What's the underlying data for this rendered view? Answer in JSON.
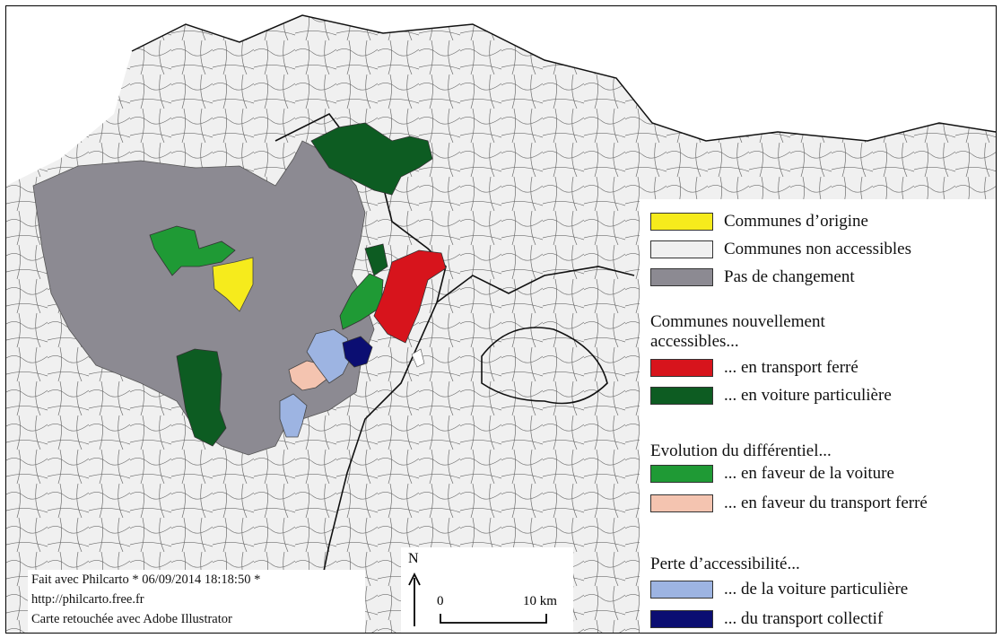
{
  "legend": {
    "items_base": [
      {
        "label": "Communes d’origine",
        "color": "#f6eb1c"
      },
      {
        "label": "Communes non accessibles",
        "color": "#f0f0f0"
      },
      {
        "label": "Pas de changement",
        "color": "#8c8a92"
      }
    ],
    "group_new": {
      "heading": "Communes nouvellement accessibles...",
      "items": [
        {
          "label": "... en transport ferré",
          "color": "#d7141c"
        },
        {
          "label": "... en voiture particulière",
          "color": "#0d5c22"
        }
      ]
    },
    "group_diff": {
      "heading": "Evolution du différentiel...",
      "items": [
        {
          "label": "... en faveur de la voiture",
          "color": "#1f9a35"
        },
        {
          "label": "... en faveur du transport ferré",
          "color": "#f4c4b0"
        }
      ]
    },
    "group_loss": {
      "heading": "Perte d’accessibilité...",
      "items": [
        {
          "label": "... de la voiture particulière",
          "color": "#9db4e2"
        },
        {
          "label": "... du transport collectif",
          "color": "#0b0e72"
        }
      ]
    }
  },
  "credits": {
    "line1": "Fait avec Philcarto * 06/09/2014 18:18:50 *",
    "line2": "http://philcarto.free.fr",
    "line3": "Carte retouchée avec Adobe Illustrator"
  },
  "scale": {
    "north_label": "N",
    "start_label": "0",
    "end_label": "10 km"
  }
}
